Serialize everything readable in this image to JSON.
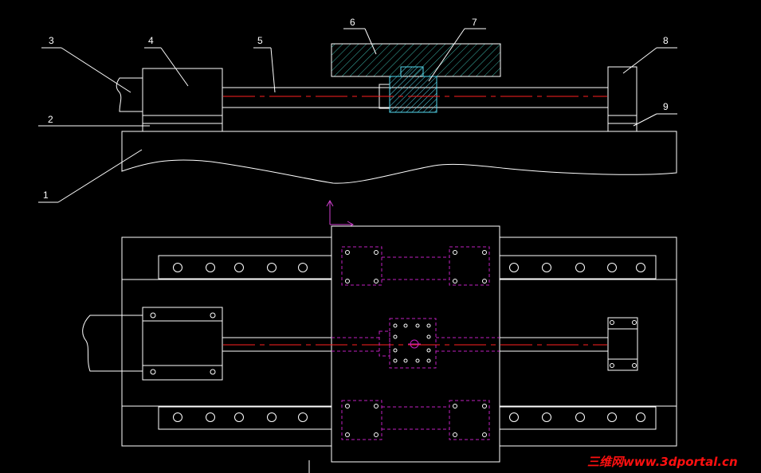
{
  "drawing": {
    "callouts": [
      "1",
      "2",
      "3",
      "4",
      "5",
      "6",
      "7",
      "8",
      "9"
    ],
    "watermark": "三维网www.3dportal.cn",
    "colors": {
      "background": "#000000",
      "outline": "#ffffff",
      "centerline": "#ff2020",
      "hatch_carriage": "#3cb4a8",
      "hatch_nut": "#54d8ee",
      "hidden_lines": "#c020c0",
      "ucs_icon": "#d040d0",
      "watermark": "#ff1010"
    }
  }
}
